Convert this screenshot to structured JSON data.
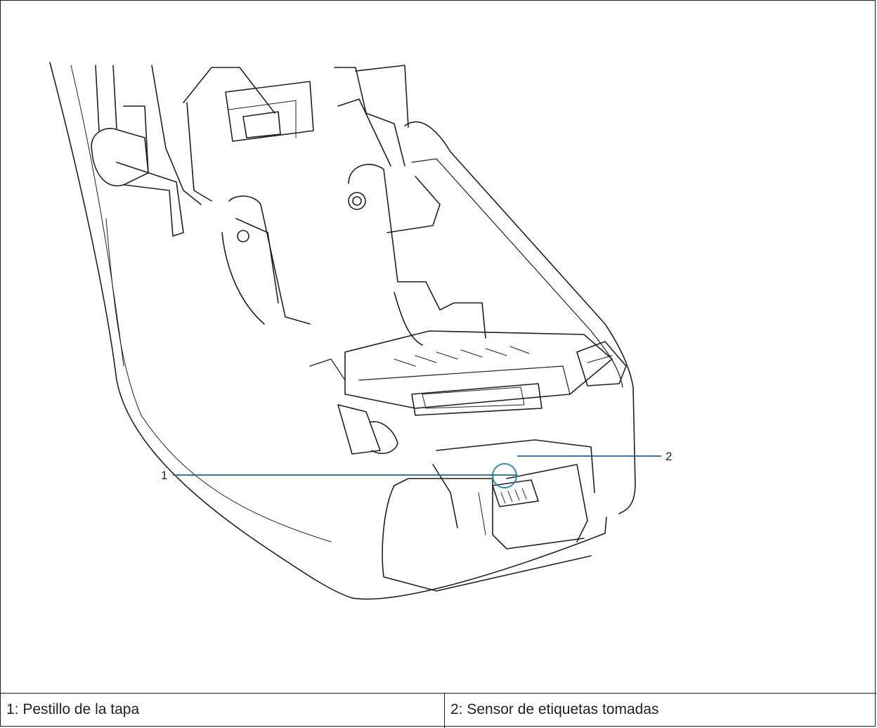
{
  "figure": {
    "callouts": [
      {
        "number": "1"
      },
      {
        "number": "2"
      }
    ]
  },
  "legend": [
    {
      "text": "1: Pestillo de la tapa"
    },
    {
      "text": "2: Sensor de etiquetas tomadas"
    }
  ],
  "colors": {
    "line": "#231f20",
    "leader": "#1a6a8a",
    "highlight": "#2a8bb5"
  }
}
